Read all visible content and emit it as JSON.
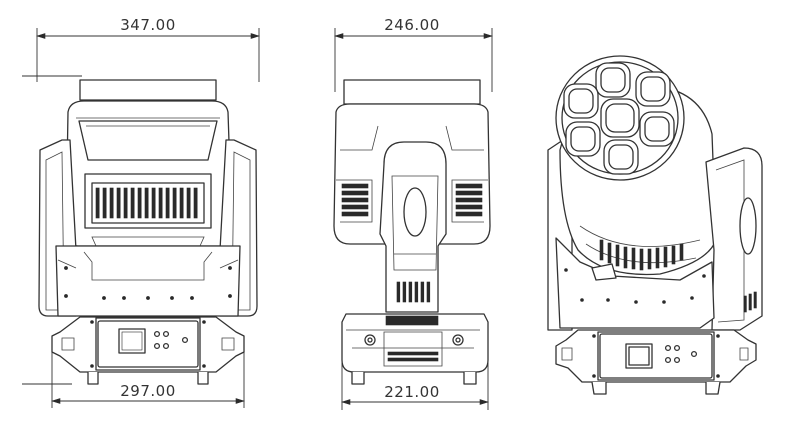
{
  "dimensions": {
    "front_top_width": "347.00",
    "front_bottom_width": "297.00",
    "side_top_width": "246.00",
    "side_bottom_width": "221.00"
  }
}
